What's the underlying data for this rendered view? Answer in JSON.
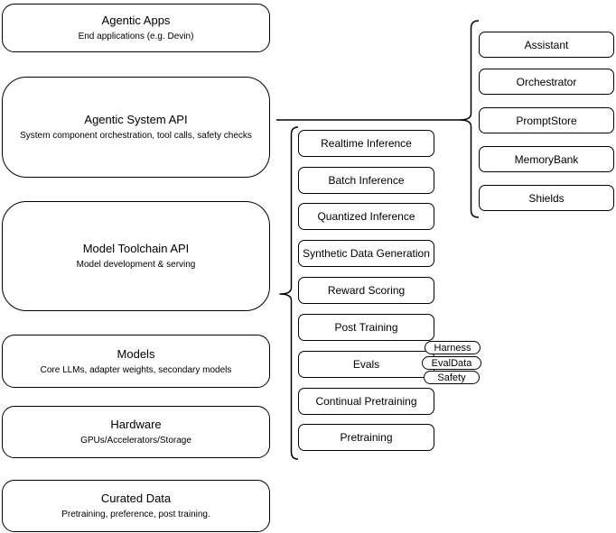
{
  "diagram": {
    "layers": {
      "items": [
        {
          "title": "Agentic Apps",
          "subtitle": "End applications (e.g. Devin)"
        },
        {
          "title": "Agentic System API",
          "subtitle": "System component orchestration, tool calls, safety checks"
        },
        {
          "title": "Model Toolchain API",
          "subtitle": "Model development & serving"
        },
        {
          "title": "Models",
          "subtitle": "Core LLMs, adapter weights, secondary models"
        },
        {
          "title": "Hardware",
          "subtitle": "GPUs/Accelerators/Storage"
        },
        {
          "title": "Curated Data",
          "subtitle": "Pretraining, preference, post training."
        }
      ]
    },
    "toolchain_services": {
      "items": [
        "Realtime Inference",
        "Batch Inference",
        "Quantized Inference",
        "Synthetic Data Generation",
        "Reward Scoring",
        "Post Training",
        "Evals",
        "Continual Pretraining",
        "Pretraining"
      ]
    },
    "eval_tags": {
      "items": [
        "Harness",
        "EvalData",
        "Safety"
      ]
    },
    "system_components": {
      "items": [
        "Assistant",
        "Orchestrator",
        "PromptStore",
        "MemoryBank",
        "Shields"
      ]
    },
    "colors": {
      "stroke": "#000000",
      "fill": "#ffffff",
      "text": "#000000"
    }
  }
}
